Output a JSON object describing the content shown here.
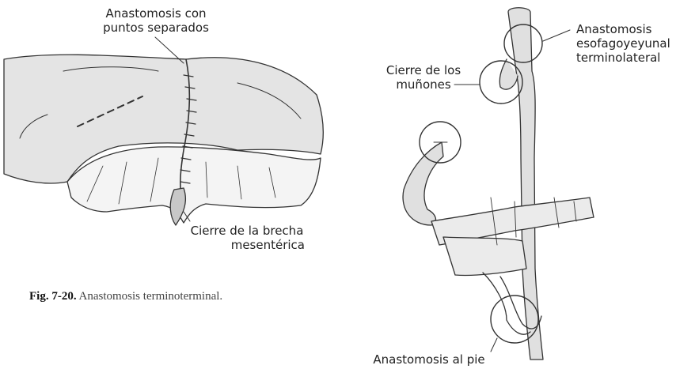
{
  "left_figure": {
    "label_top_line1": "Anastomosis con",
    "label_top_line2": "puntos separados",
    "label_bottom_line1": "Cierre de la brecha",
    "label_bottom_line2": "mesentérica"
  },
  "caption": {
    "number": "Fig. 7-20.",
    "text": "Anastomosis terminoterminal."
  },
  "right_figure": {
    "label_esofago_line1": "Anastomosis",
    "label_esofago_line2": "esofagoyeyunal",
    "label_esofago_line3": "terminolateral",
    "label_munones_line1": "Cierre de los",
    "label_munones_line2": "muñones",
    "label_pie": "Anastomosis al pie"
  },
  "colors": {
    "ink": "#333333",
    "fill": "#dddddd",
    "background": "#ffffff"
  }
}
